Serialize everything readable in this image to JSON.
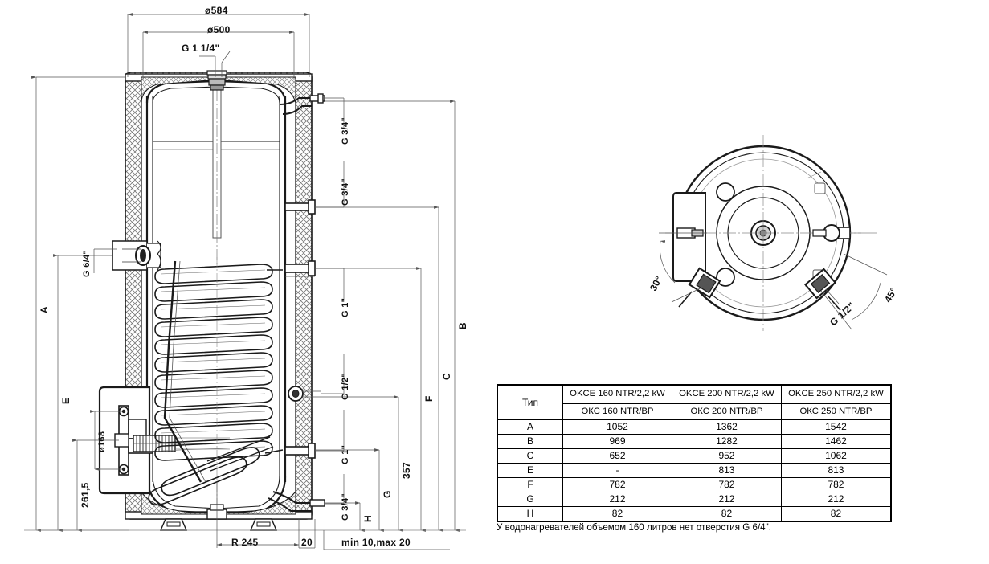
{
  "drawing": {
    "title": "OKCE NTR water heater dimensional drawing",
    "section_view": {
      "top_dims": [
        {
          "id": "d584",
          "label": "ø584"
        },
        {
          "id": "d500",
          "label": "ø500"
        },
        {
          "id": "g114",
          "label": "G 1  1/4\""
        }
      ],
      "left_dims": [
        {
          "id": "A",
          "label": "A"
        },
        {
          "id": "E",
          "label": "E"
        },
        {
          "id": "d2615",
          "label": "261,5"
        },
        {
          "id": "d168",
          "label": "ø168"
        },
        {
          "id": "g64",
          "label": "G 6/4\""
        }
      ],
      "right_ports": [
        {
          "id": "p1",
          "label": "G 3/4\""
        },
        {
          "id": "p2",
          "label": "G 3/4\""
        },
        {
          "id": "p3",
          "label": "G 1\""
        },
        {
          "id": "p4",
          "label": "G 1/2\""
        },
        {
          "id": "p5",
          "label": "G 1\""
        },
        {
          "id": "p6",
          "label": "G 3/4\""
        }
      ],
      "right_dims": [
        {
          "id": "B",
          "label": "B"
        },
        {
          "id": "C",
          "label": "C"
        },
        {
          "id": "F",
          "label": "F"
        },
        {
          "id": "G",
          "label": "G"
        },
        {
          "id": "H",
          "label": "H"
        },
        {
          "id": "d357",
          "label": "357"
        }
      ],
      "bottom_dims": [
        {
          "id": "r245",
          "label": "R 245"
        },
        {
          "id": "d20",
          "label": "20"
        },
        {
          "id": "minmax",
          "label": "min 10,max 20"
        }
      ]
    },
    "top_view": {
      "angles": [
        {
          "id": "a30",
          "label": "30°"
        },
        {
          "id": "a45",
          "label": "45°"
        }
      ],
      "ports": [
        {
          "id": "tv_g12",
          "label": "G 1/2\""
        }
      ]
    }
  },
  "table": {
    "corner_label": "Тип",
    "header_row_1": [
      "OKCE 160 NTR/2,2 kW",
      "OKCE 200 NTR/2,2 kW",
      "OKCE 250 NTR/2,2 kW"
    ],
    "header_row_2": [
      "ОКС 160 NTR/BP",
      "ОКС 200 NTR/BP",
      "ОКС 250 NTR/BP"
    ],
    "rows": [
      {
        "label": "A",
        "values": [
          "1052",
          "1362",
          "1542"
        ]
      },
      {
        "label": "B",
        "values": [
          "969",
          "1282",
          "1462"
        ]
      },
      {
        "label": "C",
        "values": [
          "652",
          "952",
          "1062"
        ]
      },
      {
        "label": "E",
        "values": [
          "-",
          "813",
          "813"
        ]
      },
      {
        "label": "F",
        "values": [
          "782",
          "782",
          "782"
        ]
      },
      {
        "label": "G",
        "values": [
          "212",
          "212",
          "212"
        ]
      },
      {
        "label": "H",
        "values": [
          "82",
          "82",
          "82"
        ]
      }
    ],
    "note": "У водонагревателей объемом 160 литров нет отверстия G 6/4\"."
  },
  "colors": {
    "line": "#1a1a1a",
    "thin": "#555555",
    "hatch": "#6b6b6b",
    "bg": "#ffffff"
  }
}
